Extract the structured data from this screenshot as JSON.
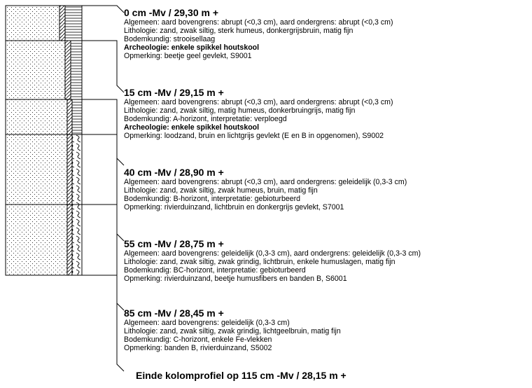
{
  "layers": [
    {
      "title": "0 cm -Mv / 29,30 m +",
      "lines": [
        {
          "text": "Algemeen: aard bovengrens: abrupt (<0,3 cm), aard ondergrens: abrupt (<0,3 cm)",
          "bold": false
        },
        {
          "text": "Lithologie: zand, zwak siltig, sterk humeus, donkergrijsbruin, matig fijn",
          "bold": false
        },
        {
          "text": "Bodemkundig: strooisellaag",
          "bold": false
        },
        {
          "text": "Archeologie: enkele spikkel houtskool",
          "bold": true
        },
        {
          "text": "Opmerking: beetje geel gevlekt, S9001",
          "bold": false
        }
      ]
    },
    {
      "title": "15 cm -Mv / 29,15 m +",
      "lines": [
        {
          "text": "Algemeen: aard bovengrens: abrupt (<0,3 cm), aard ondergrens: abrupt (<0,3 cm)",
          "bold": false
        },
        {
          "text": "Lithologie: zand, zwak siltig, matig humeus, donkerbruingrijs, matig fijn",
          "bold": false
        },
        {
          "text": "Bodemkundig: A-horizont, interpretatie: verploegd",
          "bold": false
        },
        {
          "text": "Archeologie: enkele spikkel houtskool",
          "bold": true
        },
        {
          "text": "Opmerking: loodzand, bruin en lichtgrijs gevlekt (E en B in opgenomen), S9002",
          "bold": false
        }
      ]
    },
    {
      "title": "40 cm -Mv / 28,90 m +",
      "lines": [
        {
          "text": "Algemeen: aard bovengrens: abrupt (<0,3 cm), aard ondergrens: geleidelijk (0,3-3 cm)",
          "bold": false
        },
        {
          "text": "Lithologie: zand, zwak siltig, zwak humeus, bruin, matig fijn",
          "bold": false
        },
        {
          "text": "Bodemkundig: B-horizont, interpretatie: gebioturbeerd",
          "bold": false
        },
        {
          "text": "Opmerking: rivierduinzand, lichtbruin en donkergrijs gevlekt, S7001",
          "bold": false
        }
      ]
    },
    {
      "title": "55 cm -Mv / 28,75 m +",
      "lines": [
        {
          "text": "Algemeen: aard bovengrens: geleidelijk (0,3-3 cm), aard ondergrens: geleidelijk (0,3-3 cm)",
          "bold": false
        },
        {
          "text": "Lithologie: zand, zwak siltig, zwak grindig, lichtbruin, enkele humuslagen, matig fijn",
          "bold": false
        },
        {
          "text": "Bodemkundig: BC-horizont, interpretatie: gebioturbeerd",
          "bold": false
        },
        {
          "text": "Opmerking: rivierduinzand, beetje humusfibers en banden B, S6001",
          "bold": false
        }
      ]
    },
    {
      "title": "85 cm -Mv / 28,45 m +",
      "lines": [
        {
          "text": "Algemeen: aard bovengrens: geleidelijk (0,3-3 cm)",
          "bold": false
        },
        {
          "text": "Lithologie: zand, zwak siltig, zwak grindig, lichtgeelbruin, matig fijn",
          "bold": false
        },
        {
          "text": "Bodemkundig: C-horizont, enkele Fe-vlekken",
          "bold": false
        },
        {
          "text": "Opmerking: banden B, rivierduinzand, S5002",
          "bold": false
        }
      ]
    }
  ],
  "footer": "Einde kolomprofiel op 115 cm -Mv / 28,15 m +",
  "colors": {
    "line": "#000000",
    "fill": "#ffffff"
  }
}
